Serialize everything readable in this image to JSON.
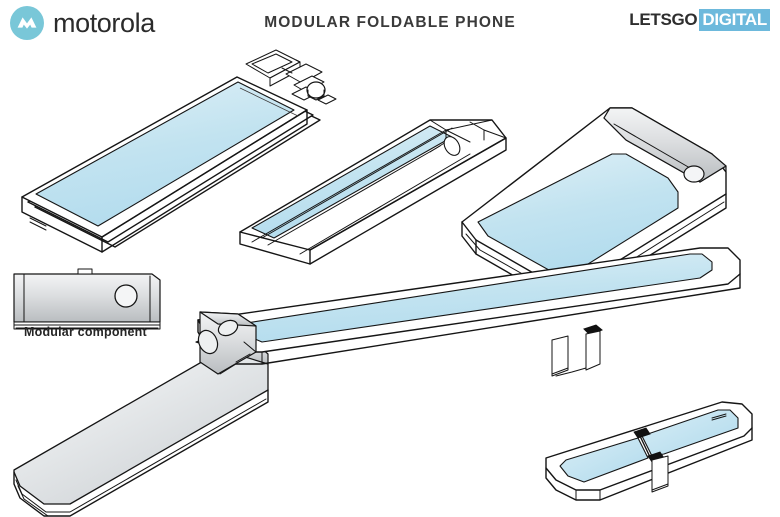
{
  "header": {
    "brand_name": "motorola",
    "brand_icon": "motorola-batwing-icon",
    "brand_circle_color": "#79c7d8",
    "title": "MODULAR FOLDABLE PHONE",
    "title_color": "#3a3a3a",
    "watermark": {
      "part1": "LETSGO",
      "part2": "DIGITAL",
      "part2_bg": "#6db9dc",
      "part1_color": "#2e2e2e",
      "part2_color": "#ffffff"
    }
  },
  "callouts": [
    {
      "label": "Modular component"
    }
  ],
  "palette": {
    "background": "#ffffff",
    "screen_fill": "#c2e3f0",
    "screen_fill_light": "#dff0f7",
    "body_fill": "#ffffff",
    "module_gray": "#d4d6d8",
    "module_gray_dark": "#b4b8bb",
    "line": "#1b1b1b",
    "line_soft": "#4a4a4a"
  },
  "figures": [
    {
      "id": "fig-unfolded-top-left",
      "name": "unfolded-phone-with-module-connector",
      "description": "Large isometric unfolded foldable phone, screen facing up, modular connector assembly at top-right edge"
    },
    {
      "id": "fig-folded-center-top",
      "name": "folded-phone-half-closed",
      "description": "Phone folded closed showing narrow strip screen and hinge mechanism"
    },
    {
      "id": "fig-phone-with-module-bar",
      "name": "phone-with-camera-module-attached",
      "description": "Phone with gray modular camera bar attached along the top edge with circular lens"
    },
    {
      "id": "fig-module-callout",
      "name": "modular-component-detail",
      "description": "Flat gray modular accessory component with circular camera lens, labelled Modular component"
    },
    {
      "id": "fig-phone-back",
      "name": "phone-rear-shell",
      "description": "Phone seen from the back, plain silver shell, no screen"
    },
    {
      "id": "fig-wide-tablet",
      "name": "unfolded-wide-device-with-module",
      "description": "Wide unfolded device with module docked on left edge and kickstand clip on right edge"
    },
    {
      "id": "fig-two-panel-fold",
      "name": "two-panel-foldable-with-stand",
      "description": "Small two panel foldable device with central hinge and support leg"
    }
  ]
}
